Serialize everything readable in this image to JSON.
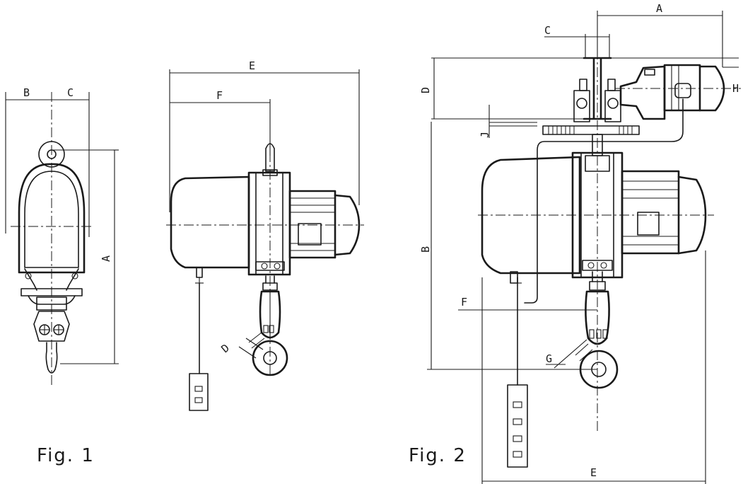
{
  "figures": [
    {
      "caption": "Fig. 1",
      "dims": {
        "a": "A",
        "b": "B",
        "c": "C"
      }
    },
    {
      "caption": "Fig. 1",
      "dims": {
        "d": "D",
        "e": "E",
        "f": "F"
      }
    },
    {
      "caption": "Fig. 2",
      "dims": {
        "a": "A",
        "b": "B",
        "c": "C",
        "d": "D",
        "e": "E",
        "f": "F",
        "g": "G",
        "h": "H",
        "j": "J"
      }
    }
  ],
  "captions": {
    "fig1": "Fig. 1",
    "fig2": "Fig. 2"
  }
}
